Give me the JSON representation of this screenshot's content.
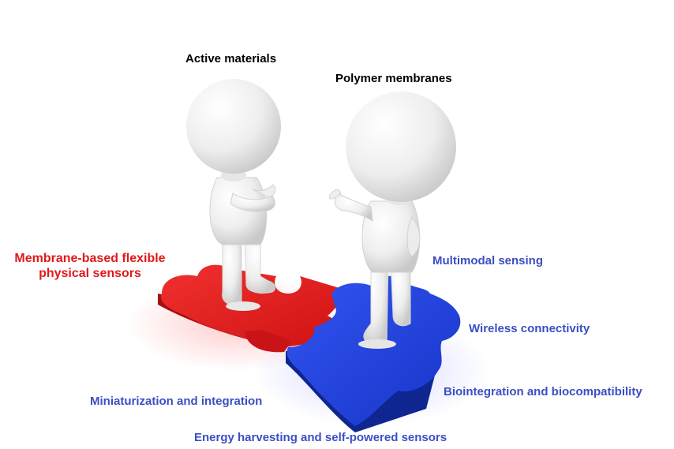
{
  "labels": {
    "active_materials": "Active materials",
    "polymer_membranes": "Polymer membranes",
    "sensors_line1": "Membrane-based flexible",
    "sensors_line2": "physical sensors",
    "multimodal": "Multimodal sensing",
    "wireless": "Wireless connectivity",
    "biointegration": "Biointegration and biocompatibility",
    "miniaturization": "Miniaturization and integration",
    "energy": "Energy harvesting and self-powered sensors"
  },
  "colors": {
    "red_piece": "#e3191b",
    "blue_piece": "#1f3fdc",
    "red_text": "#e0191b",
    "blue_text": "#3b4fc4",
    "figure": "#f2f2f2"
  }
}
